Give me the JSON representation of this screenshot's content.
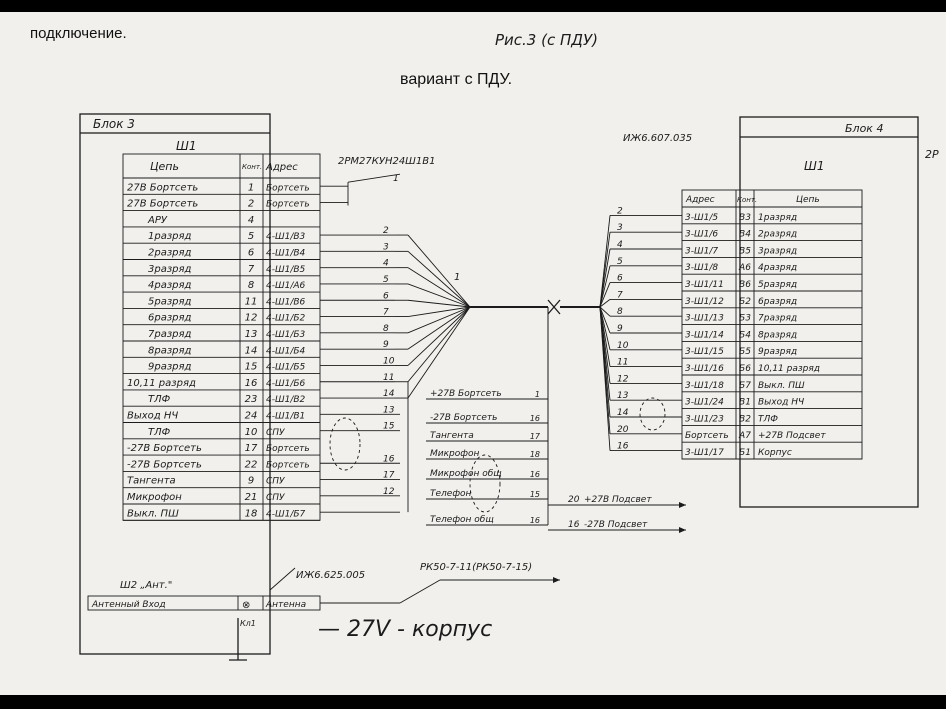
{
  "header": {
    "top_left": "подключение.",
    "fig_label": "Рис.3  (с ПДУ)",
    "subtitle": "вариант с ПДУ."
  },
  "block3": {
    "title": "Блок 3",
    "connector": "Ш1",
    "col_circuit": "Цепь",
    "col_contact": "Конт.",
    "col_address": "Адрес",
    "rows": [
      {
        "c": "27В Бортсеть",
        "n": "1",
        "a": "Бортсеть"
      },
      {
        "c": "27В Бортсеть",
        "n": "2",
        "a": "Бортсеть"
      },
      {
        "c": "АРУ",
        "n": "4",
        "a": ""
      },
      {
        "c": "1разряд",
        "n": "5",
        "a": "4-Ш1/В3"
      },
      {
        "c": "2разряд",
        "n": "6",
        "a": "4-Ш1/В4"
      },
      {
        "c": "3разряд",
        "n": "7",
        "a": "4-Ш1/В5"
      },
      {
        "c": "4разряд",
        "n": "8",
        "a": "4-Ш1/А6"
      },
      {
        "c": "5разряд",
        "n": "11",
        "a": "4-Ш1/В6"
      },
      {
        "c": "6разряд",
        "n": "12",
        "a": "4-Ш1/Б2"
      },
      {
        "c": "7разряд",
        "n": "13",
        "a": "4-Ш1/Б3"
      },
      {
        "c": "8разряд",
        "n": "14",
        "a": "4-Ш1/Б4"
      },
      {
        "c": "9разряд",
        "n": "15",
        "a": "4-Ш1/Б5"
      },
      {
        "c": "10,11 разряд",
        "n": "16",
        "a": "4-Ш1/Б6"
      },
      {
        "c": "ТЛФ",
        "n": "23",
        "a": "4-Ш1/В2"
      },
      {
        "c": "Выход НЧ",
        "n": "24",
        "a": "4-Ш1/В1"
      },
      {
        "c": "ТЛФ",
        "n": "10",
        "a": "СПУ"
      },
      {
        "c": "-27В Бортсеть",
        "n": "17",
        "a": "Бортсеть"
      },
      {
        "c": "-27В Бортсеть",
        "n": "22",
        "a": "Бортсеть"
      },
      {
        "c": "Тангента",
        "n": "9",
        "a": "СПУ"
      },
      {
        "c": "Микрофон",
        "n": "21",
        "a": "СПУ"
      },
      {
        "c": "Выкл. ПШ",
        "n": "18",
        "a": "4-Ш1/Б7"
      }
    ],
    "sh2_title": "Ш2  „Ант.\"",
    "antenna_in": "Антенный Вход",
    "antenna": "Антенна",
    "ground_label": "Кл1"
  },
  "block4": {
    "title": "Блок 4",
    "connector": "Ш1",
    "doc_code": "ИЖ6.607.035",
    "col_address": "Адрес",
    "col_contact": "Конт.",
    "col_circuit": "Цепь",
    "rows": [
      {
        "a": "3-Ш1/5",
        "n": "В3",
        "c": "1разряд"
      },
      {
        "a": "3-Ш1/6",
        "n": "В4",
        "c": "2разряд"
      },
      {
        "a": "3-Ш1/7",
        "n": "В5",
        "c": "3разряд"
      },
      {
        "a": "3-Ш1/8",
        "n": "А6",
        "c": "4разряд"
      },
      {
        "a": "3-Ш1/11",
        "n": "В6",
        "c": "5разряд"
      },
      {
        "a": "3-Ш1/12",
        "n": "Б2",
        "c": "6разряд"
      },
      {
        "a": "3-Ш1/13",
        "n": "Б3",
        "c": "7разряд"
      },
      {
        "a": "3-Ш1/14",
        "n": "Б4",
        "c": "8разряд"
      },
      {
        "a": "3-Ш1/15",
        "n": "Б5",
        "c": "9разряд"
      },
      {
        "a": "3-Ш1/16",
        "n": "Б6",
        "c": "10,11 разряд"
      },
      {
        "a": "3-Ш1/18",
        "n": "Б7",
        "c": "Выкл. ПШ"
      },
      {
        "a": "3-Ш1/24",
        "n": "В1",
        "c": "Выход НЧ"
      },
      {
        "a": "3-Ш1/23",
        "n": "В2",
        "c": "ТЛФ"
      },
      {
        "a": "Бортсеть",
        "n": "А7",
        "c": "+27В Подсвет"
      },
      {
        "a": "3-Ш1/17",
        "n": "Б1",
        "c": "Корпус"
      }
    ],
    "edge_label": "2Р"
  },
  "cable": {
    "left_connector": "2РМ27КУН24Ш1В1",
    "left_wires": [
      "1",
      "2",
      "3",
      "4",
      "5",
      "6",
      "7",
      "8",
      "9",
      "10",
      "11",
      "14",
      "13",
      "15",
      "16",
      "17",
      "12"
    ],
    "right_wires": [
      "2",
      "3",
      "4",
      "5",
      "6",
      "7",
      "8",
      "9",
      "10",
      "11",
      "12",
      "13",
      "14",
      "20",
      "16"
    ],
    "bundle_label": "1",
    "spu_lines": [
      {
        "label": "+27В Бортсеть",
        "n": "1"
      },
      {
        "label": "-27В Бортсеть",
        "n": "16"
      },
      {
        "label": "Тангента",
        "n": "17"
      },
      {
        "label": "Микрофон",
        "n": "18"
      },
      {
        "label": "Микрофон общ",
        "n": "16"
      },
      {
        "label": "Телефон",
        "n": "15"
      },
      {
        "label": "Телефон общ",
        "n": "16"
      }
    ],
    "light_lines": [
      {
        "n": "20",
        "label": "+27В Подсвет"
      },
      {
        "n": "16",
        "label": "-27В Подсвет"
      }
    ],
    "antenna_code": "ИЖ6.625.005",
    "coax_code": "РК50-7-11(РК50-7-15)"
  },
  "handwritten_note": "— 27V - корпус"
}
